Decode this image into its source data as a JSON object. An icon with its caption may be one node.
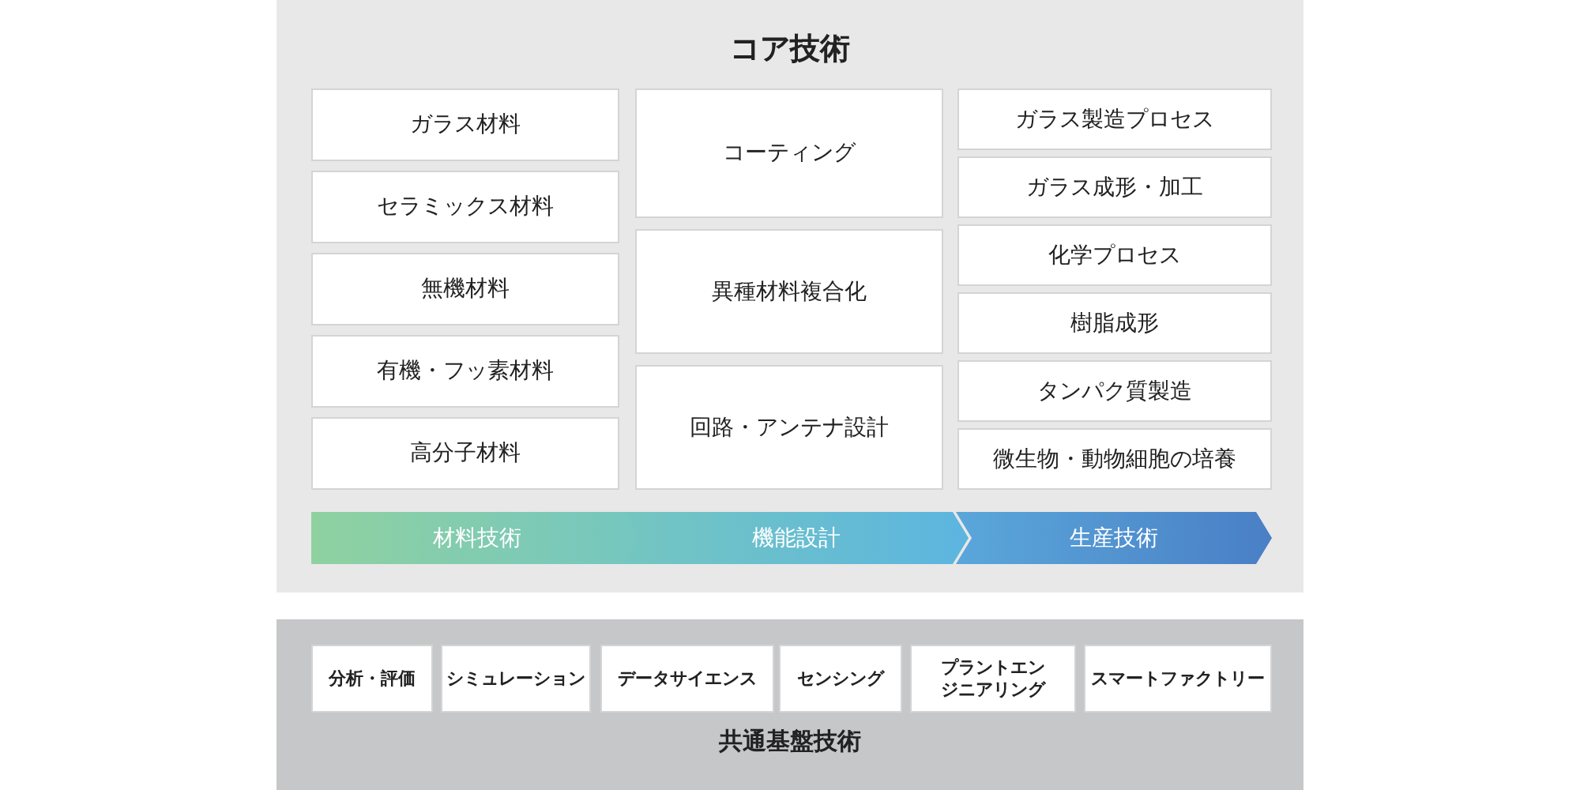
{
  "diagram": {
    "nodes": [
      {
        "text": [
          "コア技術"
        ]
      },
      {
        "text": [
          "ガラス材料"
        ],
        "in": 0
      },
      {
        "text": [
          "セラミックス材料"
        ],
        "in": 0
      },
      {
        "text": [
          "無機材料"
        ],
        "in": 0
      },
      {
        "text": [
          "有機・フッ素材料"
        ],
        "in": 0
      },
      {
        "text": [
          "高分子材料"
        ],
        "in": 0
      },
      {
        "text": [
          "コーティング"
        ],
        "in": 0
      },
      {
        "text": [
          "異種材料複合化"
        ],
        "in": 0
      },
      {
        "text": [
          "回路・アンテナ設計"
        ],
        "in": 0
      },
      {
        "text": [
          "ガラス製造プロセス"
        ],
        "in": 0
      },
      {
        "text": [
          "ガラス成形・加工"
        ],
        "in": 0
      },
      {
        "text": [
          "化学プロセス"
        ],
        "in": 0
      },
      {
        "text": [
          "樹脂成形"
        ],
        "in": 0
      },
      {
        "text": [
          "タンパク質製造"
        ],
        "in": 0
      },
      {
        "text": [
          "微生物・動物細胞の培養"
        ],
        "in": 0
      },
      {
        "text": [
          "材料技術"
        ],
        "in": 0
      },
      {
        "text": [
          "機能設計"
        ],
        "in": 0
      },
      {
        "text": [
          "生産技術"
        ],
        "in": 0
      },
      {
        "text": [
          "共通基盤技術"
        ]
      },
      {
        "text": [
          "分析・評価"
        ],
        "in": 18
      },
      {
        "text": [
          "シミュレーション"
        ],
        "in": 18
      },
      {
        "text": [
          "データサイエンス"
        ],
        "in": 18
      },
      {
        "text": [
          "センシング"
        ],
        "in": 18
      },
      {
        "text": [
          "プラントエンジニアリング"
        ],
        "in": 18
      },
      {
        "text": [
          "スマートファクトリー"
        ],
        "in": 18
      }
    ],
    "edges": []
  }
}
